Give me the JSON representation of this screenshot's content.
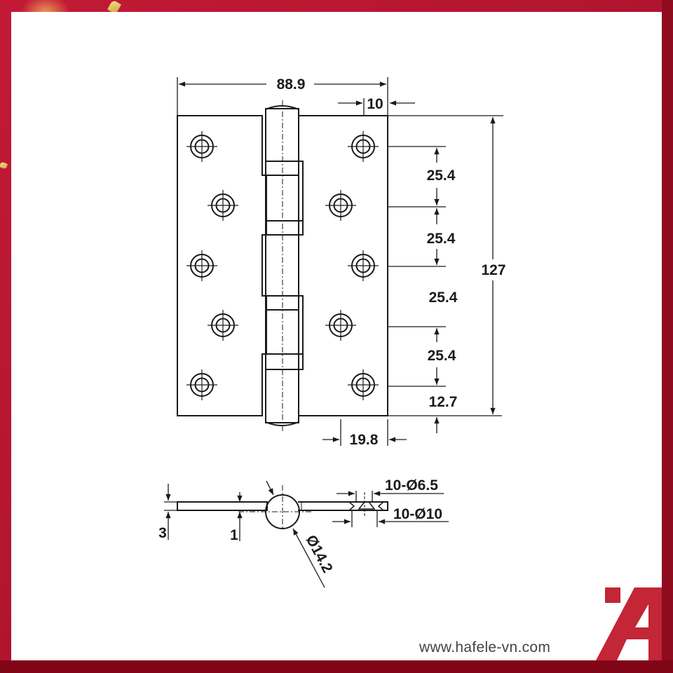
{
  "title": "Hinge technical drawing",
  "brand": {
    "website": "www.hafele-vn.com",
    "logo_icon": "hafele-a-logo",
    "accent_color": "#c32636",
    "frame_color": "#b3152f"
  },
  "front_view": {
    "overall_width": "88.9",
    "knuckle_offset": "10",
    "overall_height": "127",
    "hole_spacing": [
      "25.4",
      "25.4",
      "25.4",
      "25.4"
    ],
    "end_distance": "12.7",
    "hole_edge_distance": "19.8",
    "holes_per_leaf": 5
  },
  "side_view": {
    "leaf_thickness_total": "3",
    "plate_thickness": "1",
    "knuckle_diameter": "Ø14.2",
    "hole_count_diameter": "10-Ø6.5",
    "countersink_count_diameter": "10-Ø10"
  }
}
